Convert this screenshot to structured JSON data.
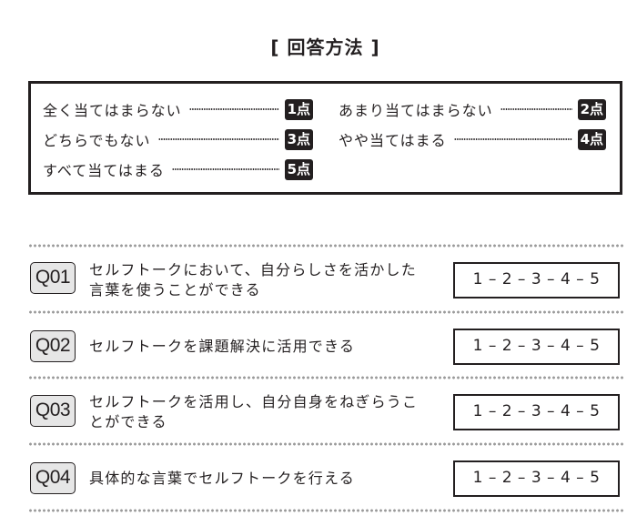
{
  "title": {
    "open_bracket": "[",
    "text": "回答方法",
    "close_bracket": "]"
  },
  "legend": {
    "items": [
      {
        "label": "全く当てはまらない",
        "points": "1点"
      },
      {
        "label": "あまり当てはまらない",
        "points": "2点"
      },
      {
        "label": "どちらでもない",
        "points": "3点"
      },
      {
        "label": "やや当てはまる",
        "points": "4点"
      },
      {
        "label": "すべて当てはまる",
        "points": "5点"
      }
    ]
  },
  "questions": [
    {
      "id": "Q01",
      "text_line1": "セルフトークにおいて、自分らしさを活かした",
      "text_line2": "言葉を使うことができる",
      "scale": "1 – 2 – 3 – 4 – 5"
    },
    {
      "id": "Q02",
      "text_line1": "セルフトークを課題解決に活用できる",
      "text_line2": "",
      "scale": "1 – 2 – 3 – 4 – 5"
    },
    {
      "id": "Q03",
      "text_line1": "セルフトークを活用し、自分自身をねぎらうこ",
      "text_line2": "とができる",
      "scale": "1 – 2 – 3 – 4 – 5"
    },
    {
      "id": "Q04",
      "text_line1": "具体的な言葉でセルフトークを行える",
      "text_line2": "",
      "scale": "1 – 2 – 3 – 4 – 5"
    }
  ],
  "colors": {
    "ink": "#231f20",
    "badge_bg": "#e6e6e6",
    "dot_gray": "#9a9a9a"
  }
}
